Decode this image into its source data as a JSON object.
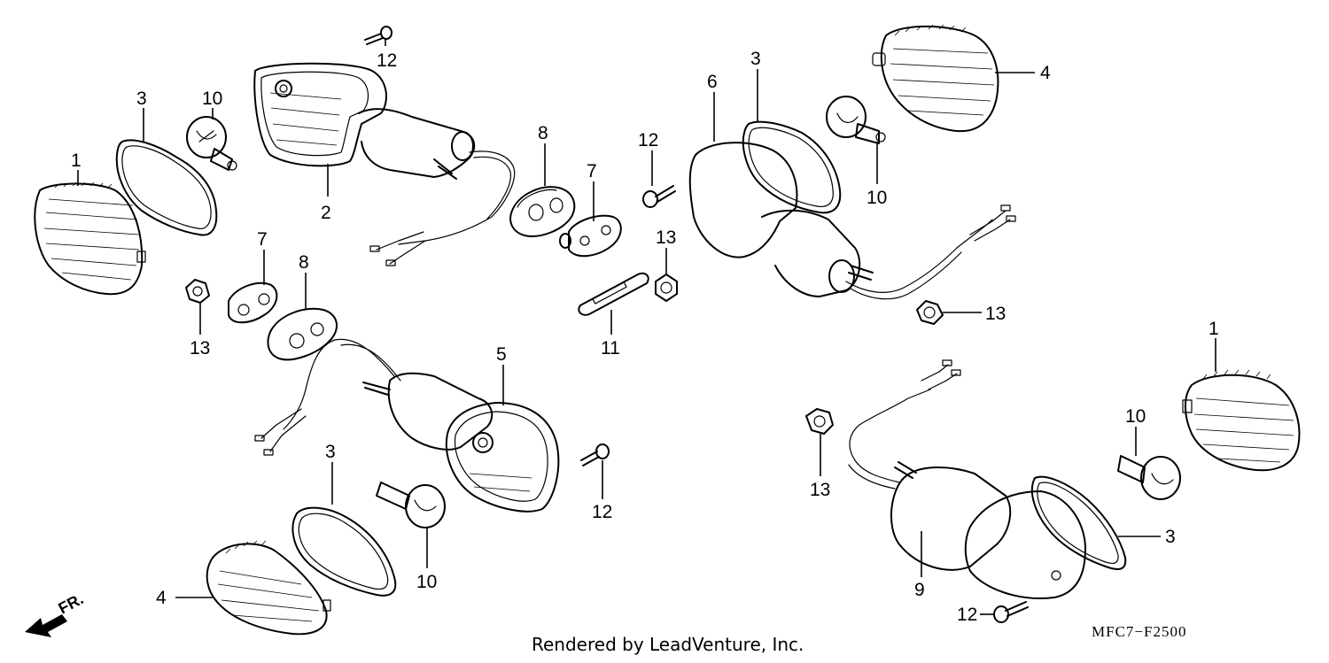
{
  "diagram": {
    "callouts": {
      "c1a": "1",
      "c1b": "1",
      "c2": "2",
      "c3a": "3",
      "c3b": "3",
      "c3c": "3",
      "c3d": "3",
      "c4a": "4",
      "c4b": "4",
      "c5": "5",
      "c6": "6",
      "c7a": "7",
      "c7b": "7",
      "c8a": "8",
      "c8b": "8",
      "c9": "9",
      "c10a": "10",
      "c10b": "10",
      "c10c": "10",
      "c10d": "10",
      "c11": "11",
      "c12a": "12",
      "c12b": "12",
      "c12c": "12",
      "c12d": "12",
      "c13a": "13",
      "c13b": "13",
      "c13c": "13",
      "c13d": "13"
    },
    "front_indicator": "FR.",
    "credit": "Rendered by LeadVenture, Inc.",
    "diagram_code": "MFC7−F2500"
  }
}
